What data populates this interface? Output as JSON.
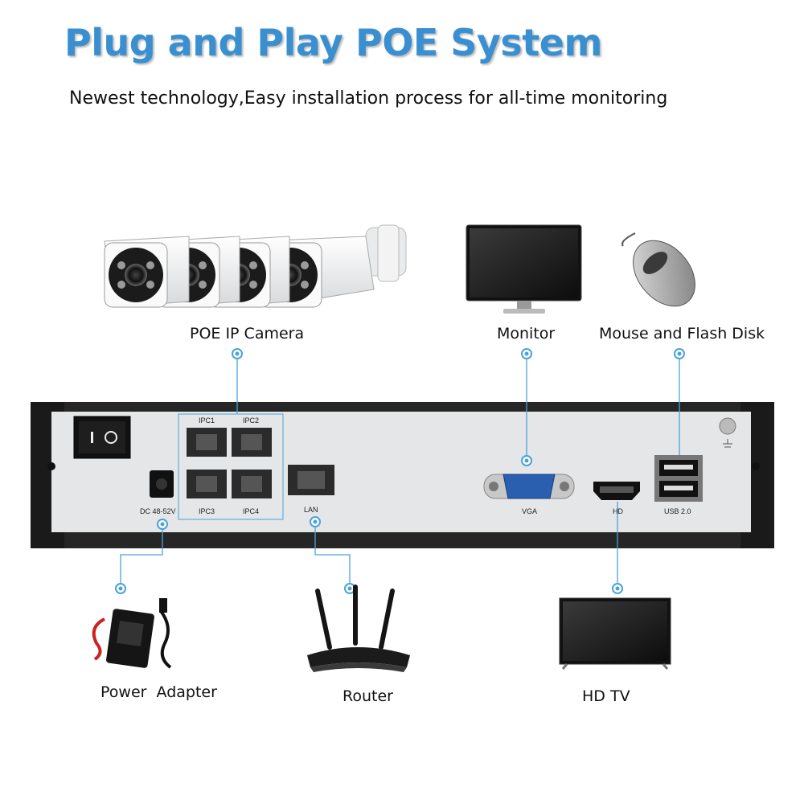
{
  "title": "Plug and Play POE System",
  "subtitle": "Newest technology,Easy installation process for all-time monitoring",
  "devices": {
    "camera": "POE IP Camera",
    "monitor": "Monitor",
    "mouse": "Mouse and Flash Disk",
    "power": "Power  Adapter",
    "router": "Router",
    "tv": "HD TV"
  },
  "ports": {
    "ipc1": "IPC1",
    "ipc2": "IPC2",
    "ipc3": "IPC3",
    "ipc4": "IPC4",
    "dc": "DC 48-52V",
    "lan": "LAN",
    "vga": "VGA",
    "hd": "HD",
    "usb": "USB 2.0"
  },
  "colors": {
    "title": "#3a8fd0",
    "connector": "#4aa3d8",
    "panel": "#e4e6e8",
    "chassis": "#2a2a2a"
  }
}
